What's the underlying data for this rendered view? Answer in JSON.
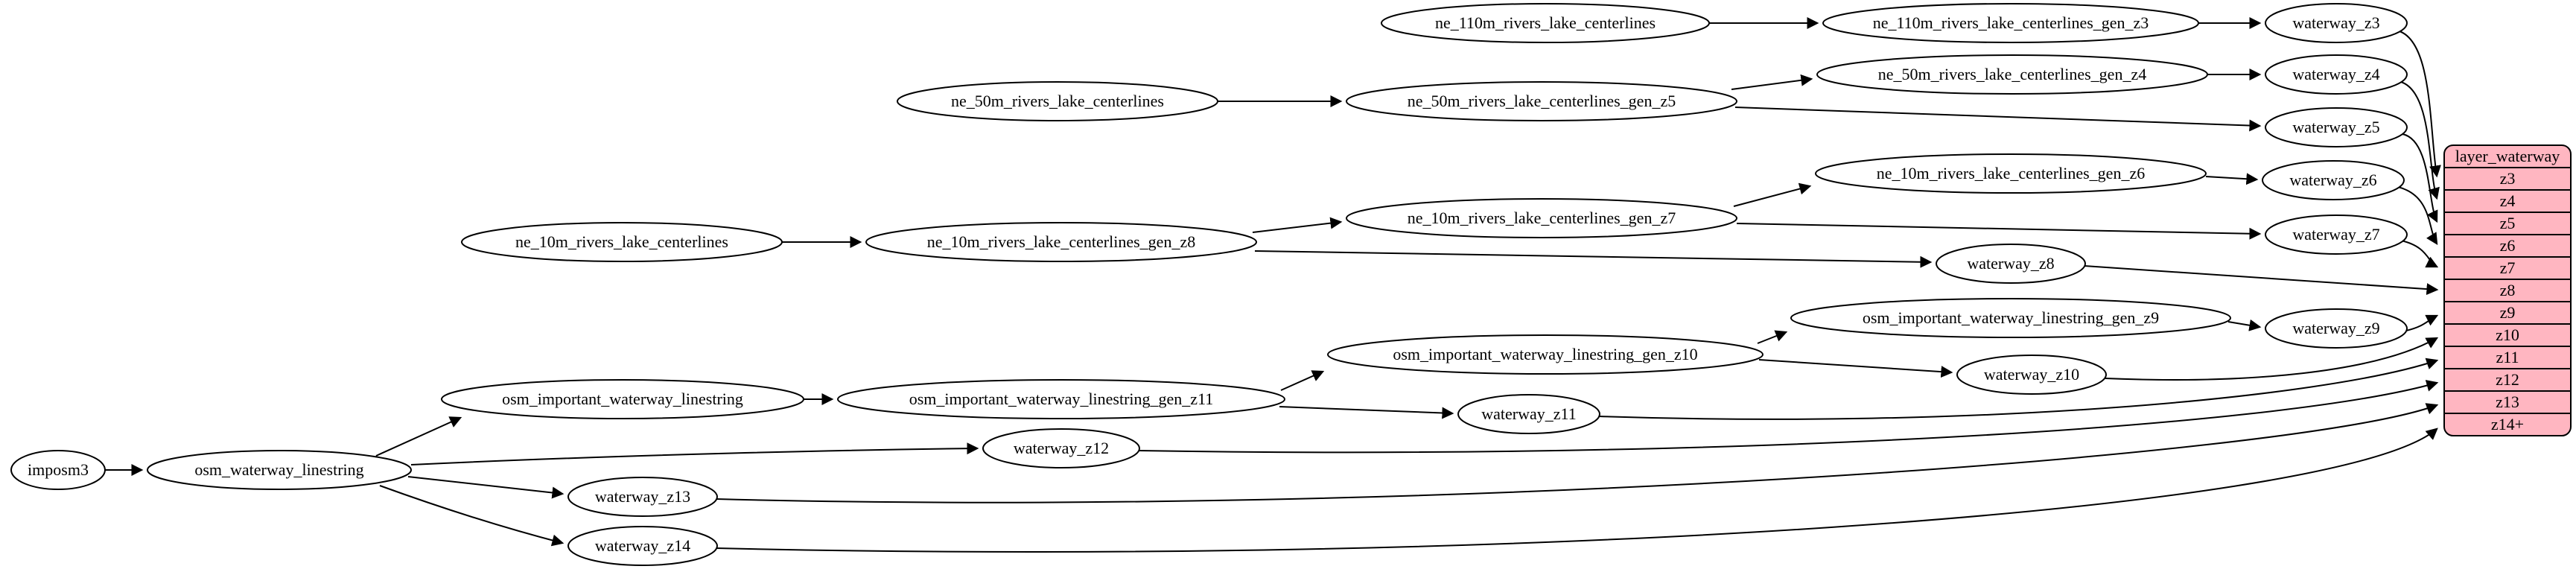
{
  "nodes": {
    "imposm3": {
      "label": "imposm3"
    },
    "osm_waterway_linestring": {
      "label": "osm_waterway_linestring"
    },
    "osm_important_waterway_linestring": {
      "label": "osm_important_waterway_linestring"
    },
    "osm_important_waterway_linestring_gen_z11": {
      "label": "osm_important_waterway_linestring_gen_z11"
    },
    "osm_important_waterway_linestring_gen_z10": {
      "label": "osm_important_waterway_linestring_gen_z10"
    },
    "osm_important_waterway_linestring_gen_z9": {
      "label": "osm_important_waterway_linestring_gen_z9"
    },
    "ne_110m_rivers_lake_centerlines": {
      "label": "ne_110m_rivers_lake_centerlines"
    },
    "ne_110m_rivers_lake_centerlines_gen_z3": {
      "label": "ne_110m_rivers_lake_centerlines_gen_z3"
    },
    "ne_50m_rivers_lake_centerlines": {
      "label": "ne_50m_rivers_lake_centerlines"
    },
    "ne_50m_rivers_lake_centerlines_gen_z5": {
      "label": "ne_50m_rivers_lake_centerlines_gen_z5"
    },
    "ne_50m_rivers_lake_centerlines_gen_z4": {
      "label": "ne_50m_rivers_lake_centerlines_gen_z4"
    },
    "ne_10m_rivers_lake_centerlines": {
      "label": "ne_10m_rivers_lake_centerlines"
    },
    "ne_10m_rivers_lake_centerlines_gen_z8": {
      "label": "ne_10m_rivers_lake_centerlines_gen_z8"
    },
    "ne_10m_rivers_lake_centerlines_gen_z7": {
      "label": "ne_10m_rivers_lake_centerlines_gen_z7"
    },
    "ne_10m_rivers_lake_centerlines_gen_z6": {
      "label": "ne_10m_rivers_lake_centerlines_gen_z6"
    },
    "waterway_z3": {
      "label": "waterway_z3"
    },
    "waterway_z4": {
      "label": "waterway_z4"
    },
    "waterway_z5": {
      "label": "waterway_z5"
    },
    "waterway_z6": {
      "label": "waterway_z6"
    },
    "waterway_z7": {
      "label": "waterway_z7"
    },
    "waterway_z8": {
      "label": "waterway_z8"
    },
    "waterway_z9": {
      "label": "waterway_z9"
    },
    "waterway_z10": {
      "label": "waterway_z10"
    },
    "waterway_z11": {
      "label": "waterway_z11"
    },
    "waterway_z12": {
      "label": "waterway_z12"
    },
    "waterway_z13": {
      "label": "waterway_z13"
    },
    "waterway_z14": {
      "label": "waterway_z14"
    }
  },
  "table": {
    "title": "layer_waterway",
    "rows": [
      "z3",
      "z4",
      "z5",
      "z6",
      "z7",
      "z8",
      "z9",
      "z10",
      "z11",
      "z12",
      "z13",
      "z14+"
    ]
  },
  "edges": [
    [
      "imposm3",
      "osm_waterway_linestring"
    ],
    [
      "osm_waterway_linestring",
      "osm_important_waterway_linestring"
    ],
    [
      "osm_waterway_linestring",
      "waterway_z12"
    ],
    [
      "osm_waterway_linestring",
      "waterway_z13"
    ],
    [
      "osm_waterway_linestring",
      "waterway_z14"
    ],
    [
      "osm_important_waterway_linestring",
      "osm_important_waterway_linestring_gen_z11"
    ],
    [
      "osm_important_waterway_linestring_gen_z11",
      "osm_important_waterway_linestring_gen_z10"
    ],
    [
      "osm_important_waterway_linestring_gen_z11",
      "waterway_z11"
    ],
    [
      "osm_important_waterway_linestring_gen_z10",
      "osm_important_waterway_linestring_gen_z9"
    ],
    [
      "osm_important_waterway_linestring_gen_z10",
      "waterway_z10"
    ],
    [
      "osm_important_waterway_linestring_gen_z9",
      "waterway_z9"
    ],
    [
      "ne_110m_rivers_lake_centerlines",
      "ne_110m_rivers_lake_centerlines_gen_z3"
    ],
    [
      "ne_110m_rivers_lake_centerlines_gen_z3",
      "waterway_z3"
    ],
    [
      "ne_50m_rivers_lake_centerlines",
      "ne_50m_rivers_lake_centerlines_gen_z5"
    ],
    [
      "ne_50m_rivers_lake_centerlines_gen_z5",
      "ne_50m_rivers_lake_centerlines_gen_z4"
    ],
    [
      "ne_50m_rivers_lake_centerlines_gen_z5",
      "waterway_z5"
    ],
    [
      "ne_50m_rivers_lake_centerlines_gen_z4",
      "waterway_z4"
    ],
    [
      "ne_10m_rivers_lake_centerlines",
      "ne_10m_rivers_lake_centerlines_gen_z8"
    ],
    [
      "ne_10m_rivers_lake_centerlines_gen_z8",
      "ne_10m_rivers_lake_centerlines_gen_z7"
    ],
    [
      "ne_10m_rivers_lake_centerlines_gen_z8",
      "waterway_z8"
    ],
    [
      "ne_10m_rivers_lake_centerlines_gen_z7",
      "ne_10m_rivers_lake_centerlines_gen_z6"
    ],
    [
      "ne_10m_rivers_lake_centerlines_gen_z7",
      "waterway_z7"
    ],
    [
      "ne_10m_rivers_lake_centerlines_gen_z6",
      "waterway_z6"
    ],
    [
      "waterway_z3",
      "layer_waterway.z3"
    ],
    [
      "waterway_z4",
      "layer_waterway.z4"
    ],
    [
      "waterway_z5",
      "layer_waterway.z5"
    ],
    [
      "waterway_z6",
      "layer_waterway.z6"
    ],
    [
      "waterway_z7",
      "layer_waterway.z7"
    ],
    [
      "waterway_z8",
      "layer_waterway.z8"
    ],
    [
      "waterway_z9",
      "layer_waterway.z9"
    ],
    [
      "waterway_z10",
      "layer_waterway.z10"
    ],
    [
      "waterway_z11",
      "layer_waterway.z11"
    ],
    [
      "waterway_z12",
      "layer_waterway.z12"
    ],
    [
      "waterway_z13",
      "layer_waterway.z13"
    ],
    [
      "waterway_z14",
      "layer_waterway.z14+"
    ]
  ],
  "colors": {
    "background": "#ffffff",
    "node_fill": "#ffffff",
    "node_border": "#000000",
    "edge": "#000000",
    "table_fill": "#ffb6c1",
    "table_border": "#000000"
  }
}
